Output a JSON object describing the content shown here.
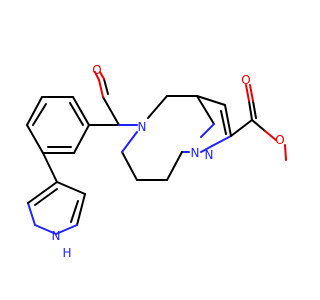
{
  "atoms": {
    "carbonyl_o": "O",
    "amide_n": "N",
    "pyrazole_n1": "N",
    "pyrazole_n2": "N",
    "pyrazole_h_n": "N",
    "pyrazole_h_label": "H",
    "ester_o_double": "O",
    "ester_o_single": "O"
  },
  "colors": {
    "bond": "#000000",
    "oxygen": "#e60000",
    "nitrogen": "#1f24ff",
    "background": "#ffffff"
  }
}
